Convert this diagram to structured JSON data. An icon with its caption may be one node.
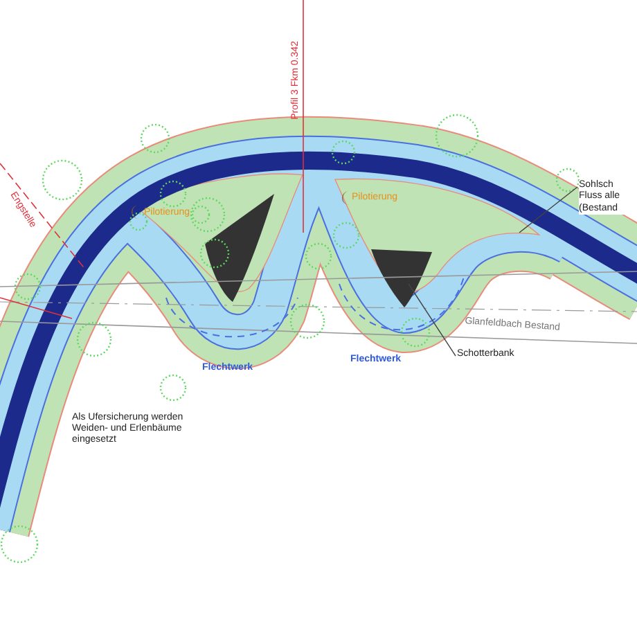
{
  "diagram": {
    "nodes": [
      {
        "text": [
          "Sohlsch Fluss alle (Bestand"
        ]
      },
      {
        "text": [
          "Schotterbank"
        ]
      }
    ],
    "edges": [
      {
        "from": 0,
        "to": null,
        "arrow": "none"
      },
      {
        "from": 1,
        "to": null,
        "arrow": "none"
      }
    ],
    "labels": [
      "Profil 3 Fkm 0.342",
      "Engstelle",
      "Pilotierung",
      "Pilotierung",
      "Glanfeldbach Bestand",
      "Flechtwerk",
      "Flechtwerk",
      "Als Ufersicherung werden Weiden- und Erlenbäume eingesetzt"
    ]
  }
}
